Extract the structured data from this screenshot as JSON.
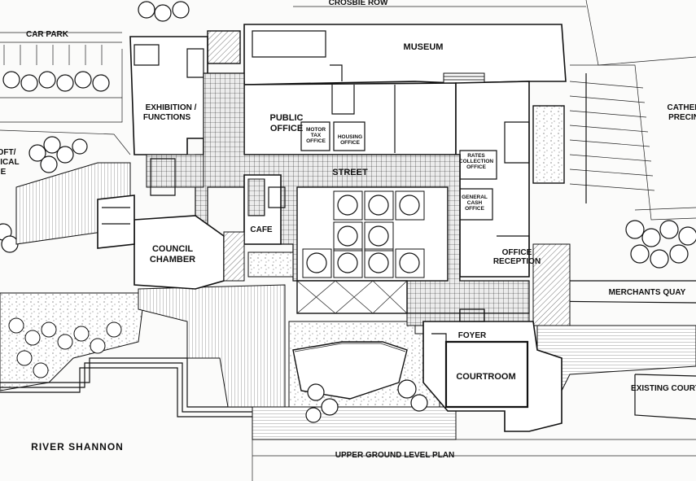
{
  "labels": {
    "crosbie_row": "CROSBIE ROW",
    "car_park": "CAR PARK",
    "museum": "MUSEUM",
    "cathedral": "CATHED",
    "precinct": "PRECIN",
    "exhibition_line1": "EXHIBITION /",
    "exhibition_line2": "FUNCTIONS",
    "loft_line1": "OFT/",
    "loft_line2": "GICAL",
    "loft_line3": "E",
    "public_office_line1": "PUBLIC",
    "public_office_line2": "OFFICE",
    "motor_tax_line1": "MOTOR",
    "motor_tax_line2": "TAX",
    "motor_tax_line3": "OFFICE",
    "housing_line1": "HOUSING",
    "housing_line2": "OFFICE",
    "street": "STREET",
    "rates_line1": "RATES",
    "rates_line2": "COLLECTION",
    "rates_line3": "OFFICE",
    "general_cash_line1": "GENERAL",
    "general_cash_line2": "CASH",
    "general_cash_line3": "OFFICE",
    "cafe": "CAFE",
    "council_line1": "COUNCIL",
    "council_line2": "CHAMBER",
    "office_reception_line1": "OFFICE",
    "office_reception_line2": "RECEPTION",
    "merchants_quay": "MERCHANTS QUAY",
    "foyer": "FOYER",
    "courtroom": "COURTROOM",
    "existing_courthouse": "EXISTING COURTHOUS",
    "river_shannon": "RIVER SHANNON",
    "plan_title": "UPPER GROUND LEVEL PLAN"
  },
  "colors": {
    "ink": "#111111",
    "paper": "#fbfbfa",
    "grid_fill": "#e9e9e9"
  }
}
